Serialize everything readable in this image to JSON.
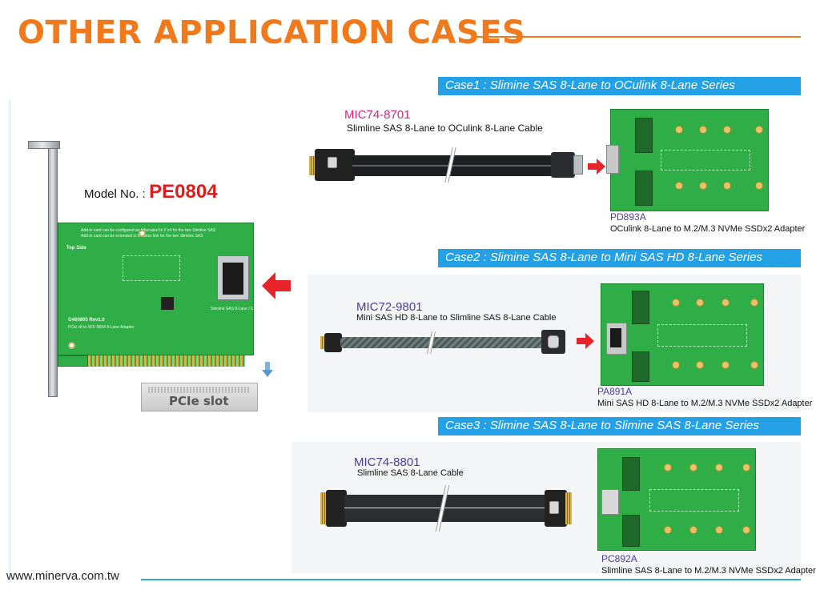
{
  "page": {
    "title": "OTHER APPLICATION CASES",
    "website": "www.minerva.com.tw"
  },
  "main_card": {
    "model_label": "Model No. :",
    "model_value": "PE0804",
    "pcie_slot_label": "PCIe slot",
    "board_text": {
      "note_line1": "Add-in card can be configured as bifurcated to 2 x4 for the two Slimline SAS",
      "note_line2": "Add-in card can be extended to 8 Lanes link for the two Slimline SAS",
      "top_side": "Top Side",
      "rev": "G460805 Rev1.0",
      "desc": "PCIe x8 to SFF-8654 8-Lane Adapter",
      "conn_label": "Slimline SAS 8-Lane / CONN"
    }
  },
  "cases": [
    {
      "header": "Case1 : Slimine SAS 8-Lane to OCulink 8-Lane Series",
      "cable_code": "MIC74-8701",
      "cable_desc": "Slimline SAS 8-Lane to OCulink 8-Lane Cable",
      "adapter_code": "PD893A",
      "adapter_desc": "OCulink 8-Lane to M.2/M.3 NVMe SSDx2 Adapter"
    },
    {
      "header": "Case2 : Slimine SAS 8-Lane to Mini SAS HD 8-Lane Series",
      "cable_code": "MIC72-9801",
      "cable_desc": "Mini SAS HD 8-Lane to Slimline SAS 8-Lane Cable",
      "adapter_code": "PA891A",
      "adapter_desc": "Mini SAS HD 8-Lane to M.2/M.3 NVMe SSDx2 Adapter"
    },
    {
      "header": "Case3 : Slimine SAS 8-Lane to Slimine SAS 8-Lane Series",
      "cable_code": "MIC74-8801",
      "cable_desc": "Slimline SAS 8-Lane Cable",
      "adapter_code": "PC892A",
      "adapter_desc": "Slimline SAS 8-Lane to M.2/M.3 NVMe SSDx2 Adapter"
    }
  ],
  "colors": {
    "title_orange": "#f07a1b",
    "case_blue": "#23a0e6",
    "arrow_red": "#e8242b",
    "pcb_green": "#2fae48",
    "model_red": "#e01b1b",
    "code_pink": "#d6267e",
    "code_purple": "#4a3c9c"
  },
  "icons": [
    "red-arrow-right-icon",
    "red-arrow-left-icon",
    "blue-arrow-down-icon"
  ]
}
